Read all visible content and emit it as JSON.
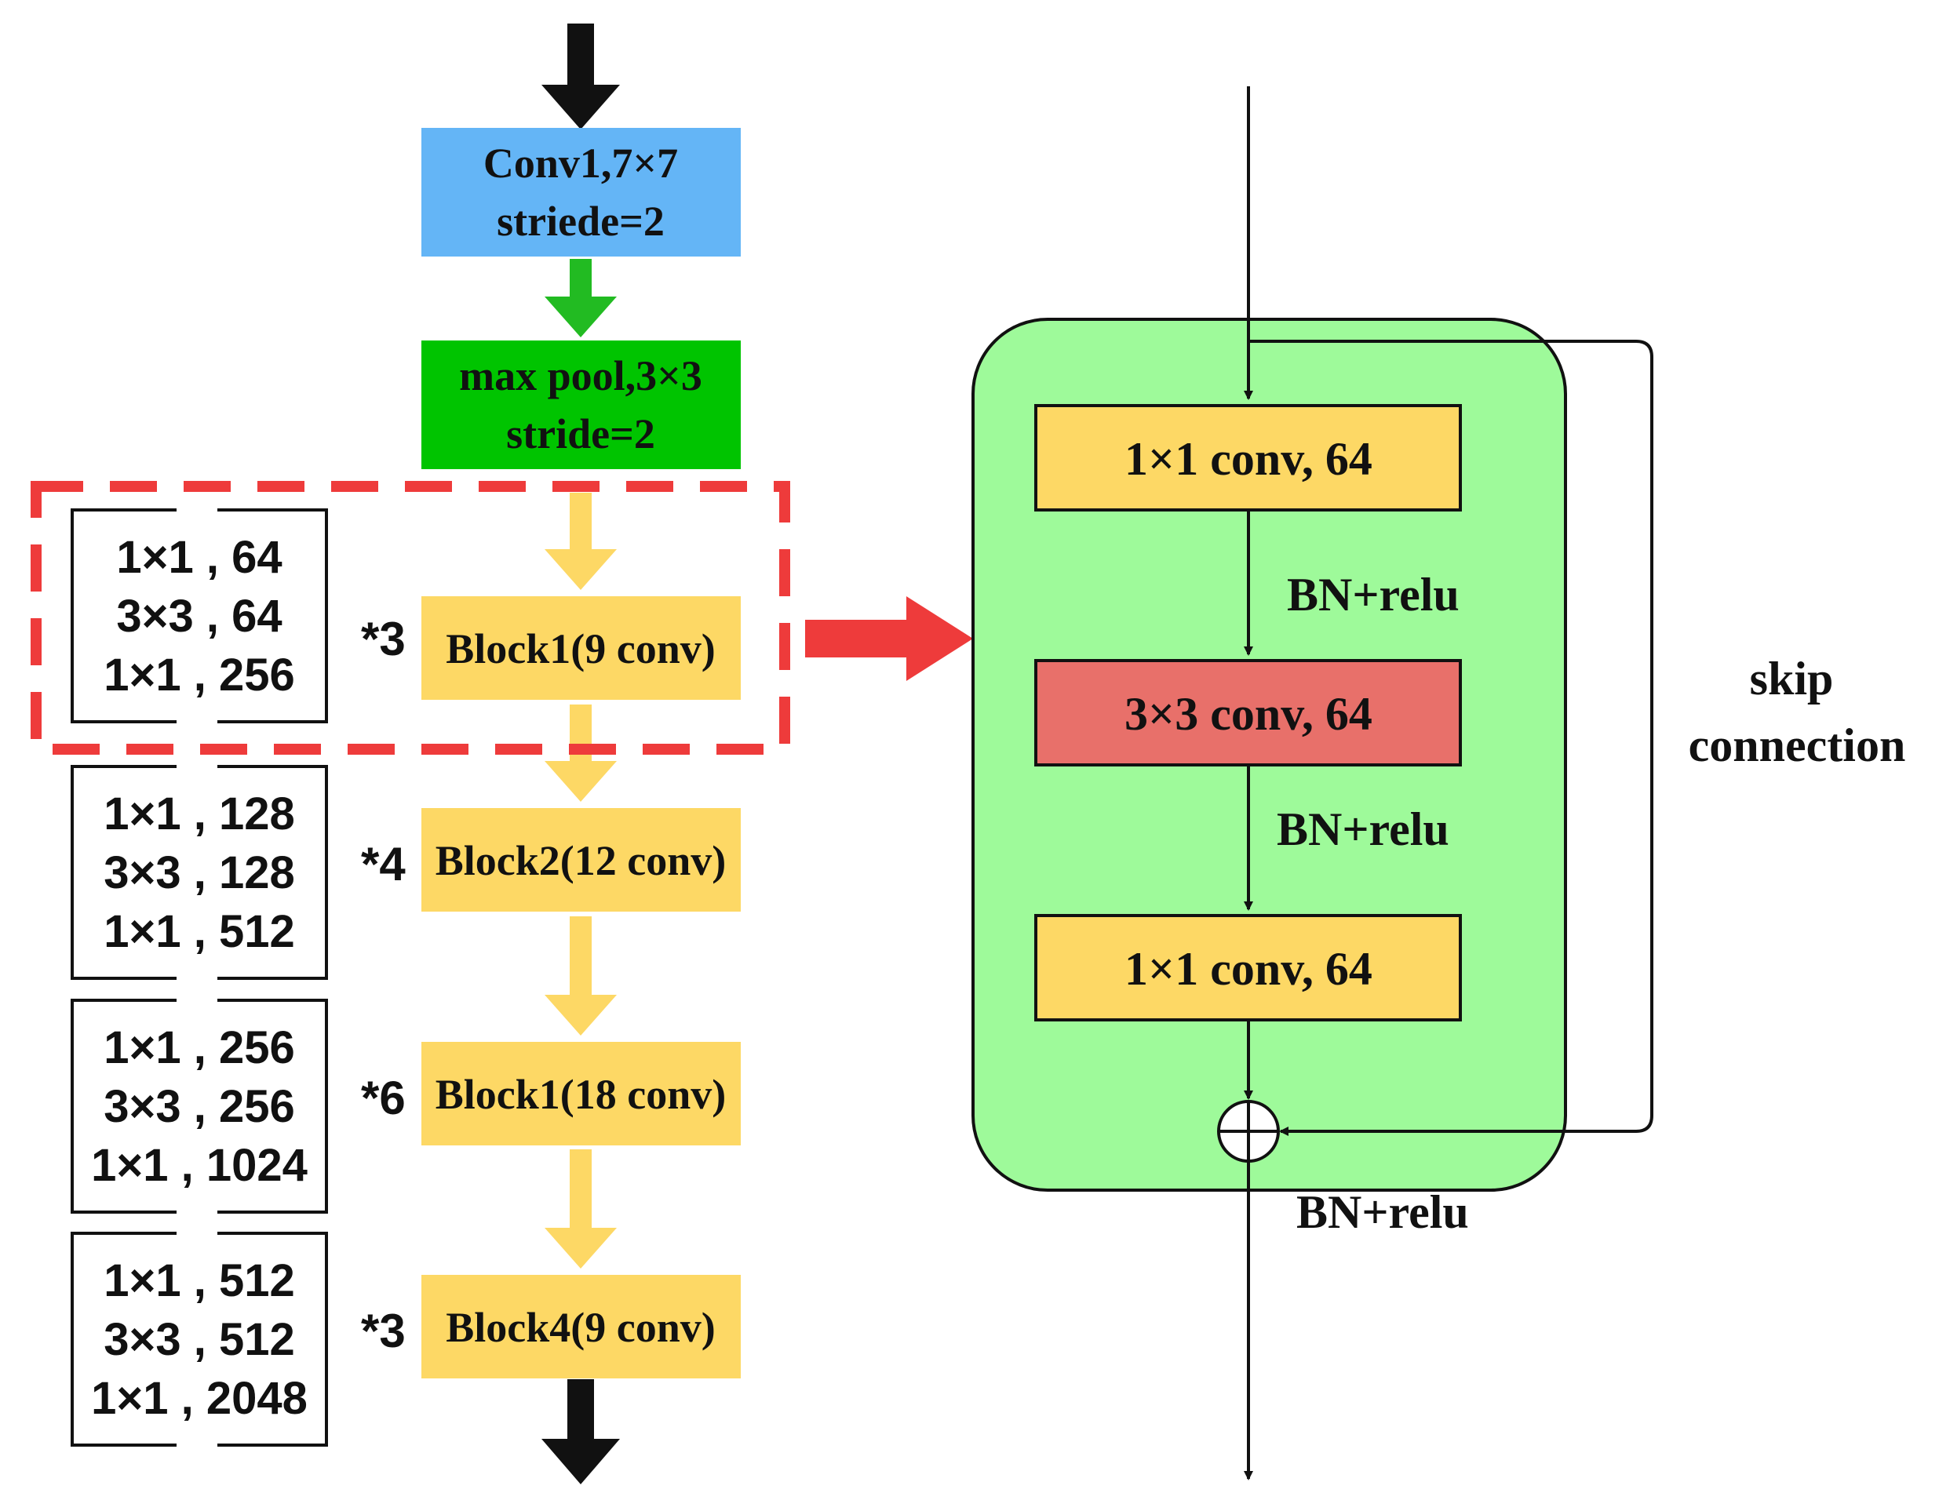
{
  "colors": {
    "conv1": "#64B5F6",
    "maxpool": "#00C400",
    "block": "#FDD865",
    "block_arrow": "#FDD865",
    "green_arrow": "#22BB22",
    "highlight": "#EE3B3B",
    "residual_bg": "#9EFA9A",
    "conv3x3": "#E8706A",
    "conv1x1": "#FDD865",
    "black": "#111111"
  },
  "stem": [
    {
      "line1": "Conv1,7×7",
      "line2": "striede=2"
    },
    {
      "line1": "max pool,3×3",
      "line2": "stride=2"
    }
  ],
  "stages": [
    {
      "kernels": [
        "1×1 , 64",
        "3×3 , 64",
        "1×1 , 256"
      ],
      "repeat": "*3",
      "label": "Block1(9 conv)"
    },
    {
      "kernels": [
        "1×1 , 128",
        "3×3 , 128",
        "1×1 , 512"
      ],
      "repeat": "*4",
      "label": "Block2(12 conv)"
    },
    {
      "kernels": [
        "1×1 , 256",
        "3×3 , 256",
        "1×1 , 1024"
      ],
      "repeat": "*6",
      "label": "Block1(18 conv)"
    },
    {
      "kernels": [
        "1×1 , 512",
        "3×3 , 512",
        "1×1 , 2048"
      ],
      "repeat": "*3",
      "label": "Block4(9 conv)"
    }
  ],
  "residual": {
    "layers": [
      "1×1 conv, 64",
      "3×3 conv, 64",
      "1×1 conv, 64"
    ],
    "activations": [
      "BN+relu",
      "BN+relu",
      "BN+relu"
    ],
    "skip_label_line1": "skip",
    "skip_label_line2": "connection",
    "add_icon": "circle-plus-icon"
  }
}
